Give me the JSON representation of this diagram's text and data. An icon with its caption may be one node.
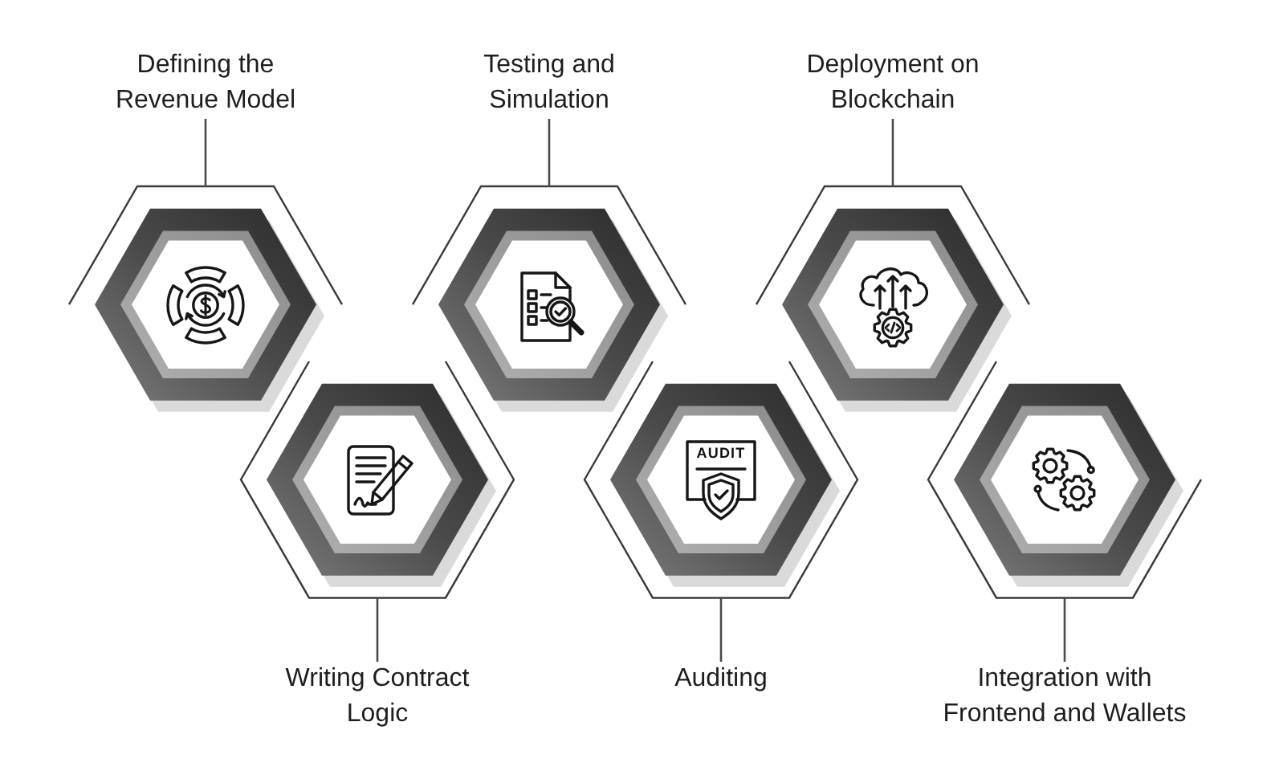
{
  "diagram": {
    "nodes": [
      {
        "text": [
          "Defining the Revenue Model"
        ]
      },
      {
        "text": [],
        "shape": "hexagon"
      },
      {
        "text": [
          "Writing Contract Logic"
        ]
      },
      {
        "text": [],
        "shape": "hexagon"
      },
      {
        "text": [
          "Testing and Simulation"
        ]
      },
      {
        "text": [],
        "shape": "hexagon"
      },
      {
        "text": [
          "Auditing"
        ]
      },
      {
        "text": [],
        "shape": "hexagon"
      },
      {
        "text": [
          "Deployment on Blockchain"
        ]
      },
      {
        "text": [],
        "shape": "hexagon"
      },
      {
        "text": [
          "Integration with Frontend and Wallets"
        ]
      },
      {
        "text": [],
        "shape": "hexagon"
      }
    ],
    "edges": [
      {
        "from": 0,
        "to": 1,
        "arrow": "none"
      },
      {
        "from": 2,
        "to": 3,
        "arrow": "none"
      },
      {
        "from": 4,
        "to": 5,
        "arrow": "none"
      },
      {
        "from": 6,
        "to": 7,
        "arrow": "none"
      },
      {
        "from": 8,
        "to": 9,
        "arrow": "none"
      },
      {
        "from": 10,
        "to": 11,
        "arrow": "none"
      }
    ],
    "labels": [
      "AUDIT"
    ]
  }
}
